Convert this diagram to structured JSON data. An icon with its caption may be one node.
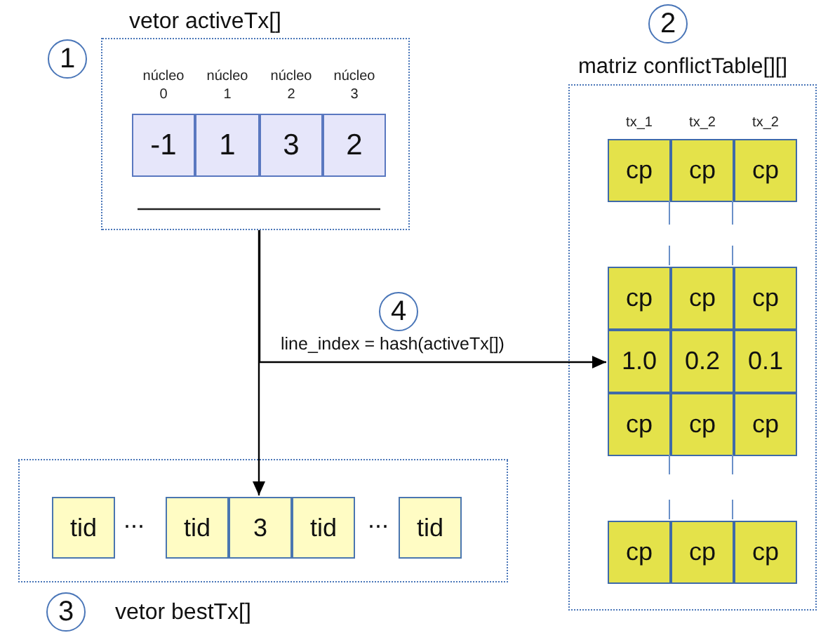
{
  "diagram": {
    "nodes": [
      {
        "text": [
          "1"
        ]
      },
      {
        "text": [
          "vetor activeTx[]"
        ]
      },
      {
        "text": [
          "-1"
        ],
        "in": 1,
        "beside": [
          "núcleo 0"
        ]
      },
      {
        "text": [
          "1"
        ],
        "in": 1,
        "beside": [
          "núcleo 1"
        ]
      },
      {
        "text": [
          "3"
        ],
        "in": 1,
        "beside": [
          "núcleo 2"
        ]
      },
      {
        "text": [
          "2"
        ],
        "in": 1,
        "beside": [
          "núcleo 3"
        ]
      },
      {
        "text": [
          "2"
        ]
      },
      {
        "text": [
          "matriz conflictTable[][]"
        ]
      },
      {
        "text": [
          "cp"
        ],
        "in": 7,
        "beside": [
          "tx_1"
        ]
      },
      {
        "text": [
          "cp"
        ],
        "in": 7,
        "beside": [
          "tx_2"
        ]
      },
      {
        "text": [
          "cp"
        ],
        "in": 7,
        "beside": [
          "tx_2"
        ]
      },
      {
        "text": [
          "cp"
        ],
        "in": 7
      },
      {
        "text": [
          "cp"
        ],
        "in": 7
      },
      {
        "text": [
          "cp"
        ],
        "in": 7
      },
      {
        "text": [
          "1.0"
        ],
        "in": 7
      },
      {
        "text": [
          "0.2"
        ],
        "in": 7
      },
      {
        "text": [
          "0.1"
        ],
        "in": 7
      },
      {
        "text": [
          "cp"
        ],
        "in": 7
      },
      {
        "text": [
          "cp"
        ],
        "in": 7
      },
      {
        "text": [
          "cp"
        ],
        "in": 7
      },
      {
        "text": [
          "cp"
        ],
        "in": 7
      },
      {
        "text": [
          "cp"
        ],
        "in": 7
      },
      {
        "text": [
          "cp"
        ],
        "in": 7
      },
      {
        "text": [
          "4"
        ]
      },
      {
        "text": [
          "vetor bestTx[]"
        ]
      },
      {
        "text": [
          "tid"
        ],
        "in": 24
      },
      {
        "text": [
          "tid"
        ],
        "in": 24
      },
      {
        "text": [
          "3"
        ],
        "in": 24
      },
      {
        "text": [
          "tid"
        ],
        "in": 24
      },
      {
        "text": [
          "tid"
        ],
        "in": 24
      },
      {
        "text": [
          "3"
        ]
      }
    ],
    "edges": [
      {
        "from": 1,
        "to": 27,
        "arrow": "to"
      },
      {
        "from": 1,
        "to": 14,
        "arrow": "to",
        "label": "line_index = hash(activeTx[])"
      }
    ],
    "labels": [
      "...",
      "..."
    ]
  }
}
